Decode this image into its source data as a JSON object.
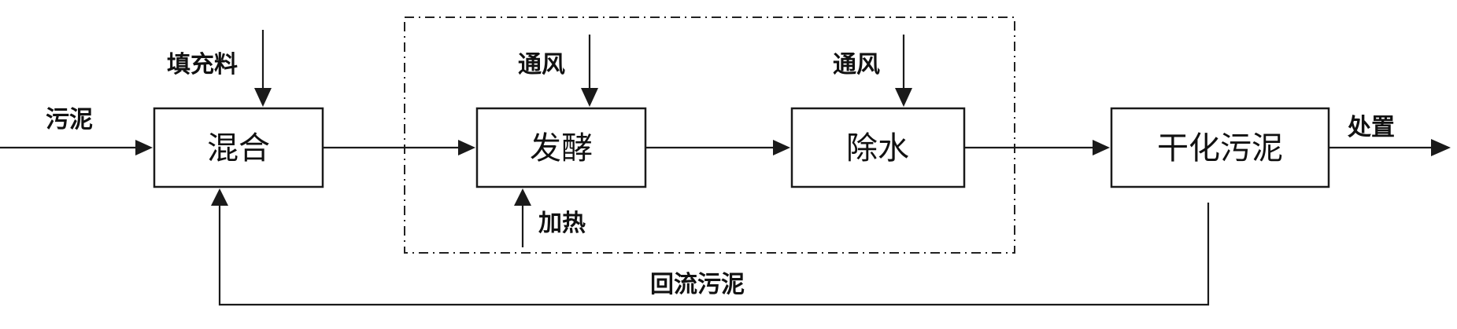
{
  "boxes": {
    "mix": "混合",
    "ferment": "发酵",
    "dewater": "除水",
    "dried": "干化污泥"
  },
  "labels": {
    "sludge_in": "污泥",
    "filler": "填充料",
    "aeration_1": "通风",
    "aeration_2": "通风",
    "heating": "加热",
    "disposal": "处置",
    "return_sludge": "回流污泥"
  },
  "colors": {
    "stroke": "#1a1a1a",
    "background": "#ffffff"
  }
}
